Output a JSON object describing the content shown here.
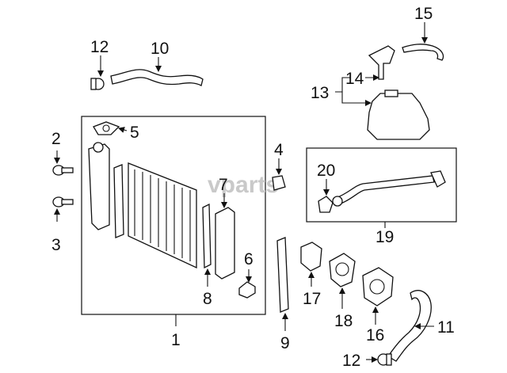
{
  "diagram": {
    "watermark": "vparts",
    "callouts": {
      "c1": "1",
      "c2": "2",
      "c3": "3",
      "c4": "4",
      "c5": "5",
      "c6": "6",
      "c7": "7",
      "c8": "8",
      "c9": "9",
      "c10": "10",
      "c11": "11",
      "c12a": "12",
      "c12b": "12",
      "c13": "13",
      "c14": "14",
      "c15": "15",
      "c16": "16",
      "c17": "17",
      "c18": "18",
      "c19": "19",
      "c20": "20"
    }
  }
}
